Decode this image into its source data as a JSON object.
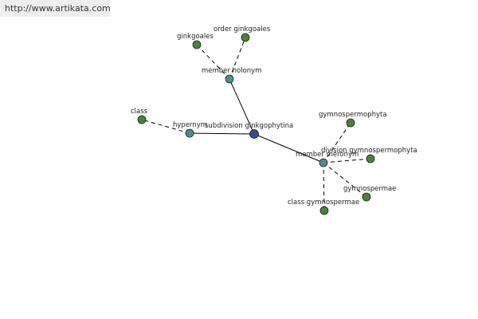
{
  "header": {
    "url": "http://www.artikata.com"
  },
  "colors": {
    "center": "#3b4a8a",
    "relation": "#4f8c8c",
    "leaf": "#4f7f3f",
    "edge": "#000000"
  },
  "graph": {
    "nodes": [
      {
        "id": "center",
        "label": "subdivision ginkgophytina",
        "kind": "center"
      },
      {
        "id": "hypernym",
        "label": "hypernym",
        "kind": "relation"
      },
      {
        "id": "member-holonym",
        "label": "member holonym",
        "kind": "relation"
      },
      {
        "id": "member-meronym",
        "label": "member meronym",
        "kind": "relation"
      },
      {
        "id": "class",
        "label": "class",
        "kind": "leaf"
      },
      {
        "id": "ginkgoales",
        "label": "ginkgoales",
        "kind": "leaf"
      },
      {
        "id": "order-ginkgoales",
        "label": "order ginkgoales",
        "kind": "leaf"
      },
      {
        "id": "gymnospermophyta",
        "label": "gymnospermophyta",
        "kind": "leaf"
      },
      {
        "id": "division-gymnospermophyta",
        "label": "division gymnospermophyta",
        "kind": "leaf"
      },
      {
        "id": "gymnospermae",
        "label": "gymnospermae",
        "kind": "leaf"
      },
      {
        "id": "class-gymnospermae",
        "label": "class gymnospermae",
        "kind": "leaf"
      }
    ],
    "edges": [
      {
        "from": "center",
        "to": "hypernym",
        "style": "solid"
      },
      {
        "from": "center",
        "to": "member-holonym",
        "style": "solid"
      },
      {
        "from": "center",
        "to": "member-meronym",
        "style": "solid"
      },
      {
        "from": "hypernym",
        "to": "class",
        "style": "dashed"
      },
      {
        "from": "member-holonym",
        "to": "ginkgoales",
        "style": "dashed"
      },
      {
        "from": "member-holonym",
        "to": "order-ginkgoales",
        "style": "dashed"
      },
      {
        "from": "member-meronym",
        "to": "gymnospermophyta",
        "style": "dashed"
      },
      {
        "from": "member-meronym",
        "to": "division-gymnospermophyta",
        "style": "dashed"
      },
      {
        "from": "member-meronym",
        "to": "gymnospermae",
        "style": "dashed"
      },
      {
        "from": "member-meronym",
        "to": "class-gymnospermae",
        "style": "dashed"
      }
    ]
  }
}
